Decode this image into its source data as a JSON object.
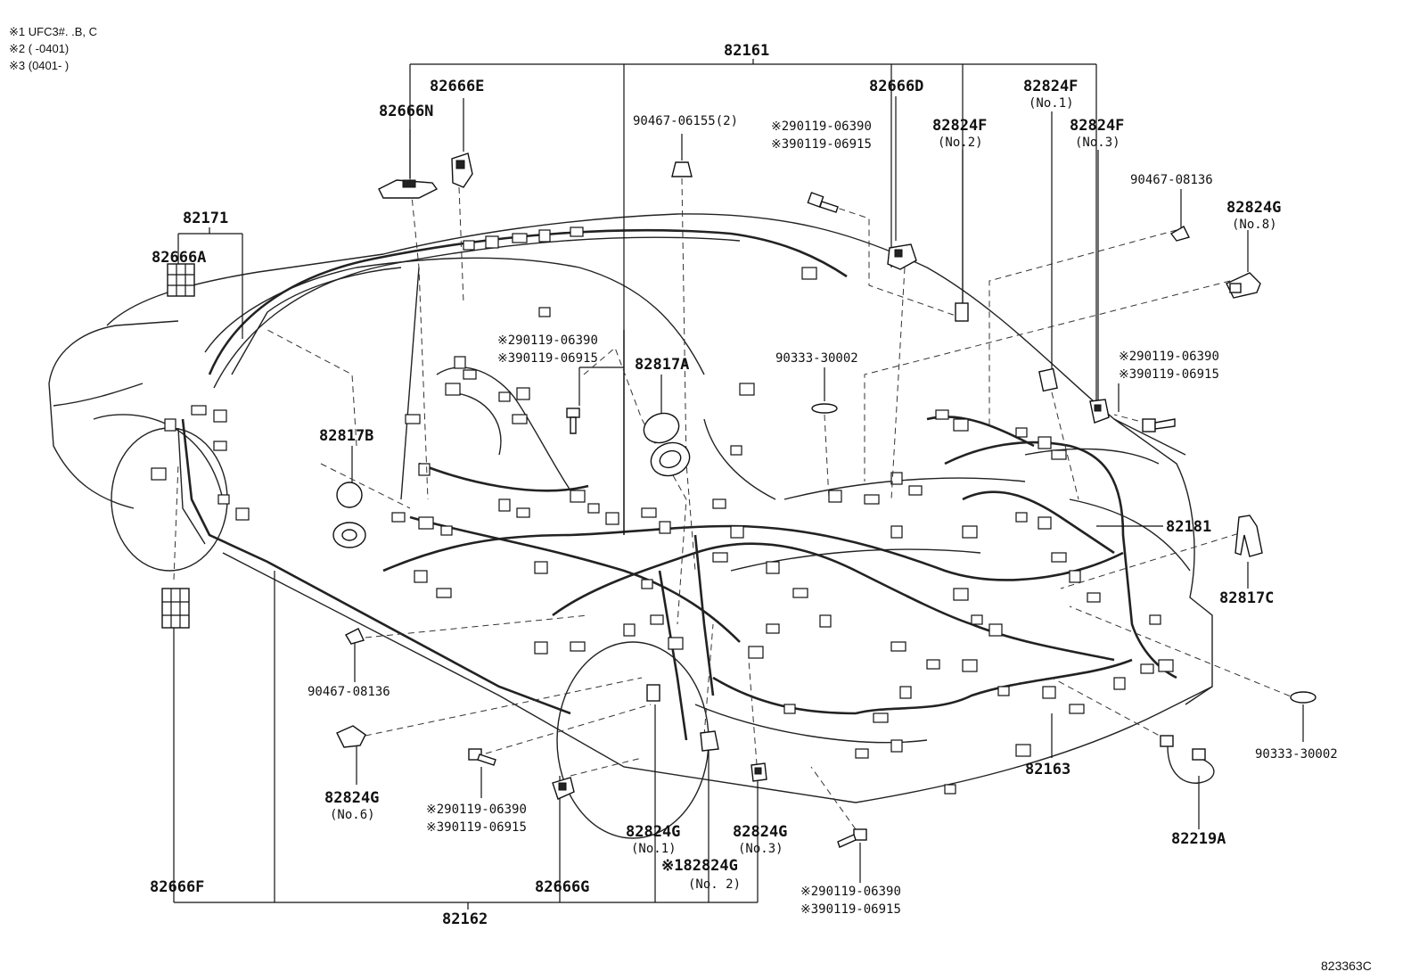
{
  "notes": [
    "※1 UFC3#. .B, C",
    "※2 (        -0401)",
    "※3 (0401-        )"
  ],
  "reference_code": "823363C",
  "labels": {
    "p82161": "82161",
    "p82162": "82162",
    "p82163": "82163",
    "p82171": "82171",
    "p82181": "82181",
    "p82666A": "82666A",
    "p82666D": "82666D",
    "p82666E": "82666E",
    "p82666F": "82666F",
    "p82666G": "82666G",
    "p82666N": "82666N",
    "p82817A": "82817A",
    "p82817B": "82817B",
    "p82817C": "82817C",
    "p82824F_1": "82824F",
    "p82824F_1_sub": "(No.1)",
    "p82824F_2": "82824F",
    "p82824F_2_sub": "(No.2)",
    "p82824F_3": "82824F",
    "p82824F_3_sub": "(No.3)",
    "p82824G_8": "82824G",
    "p82824G_8_sub": "(No.8)",
    "p82824G_6": "82824G",
    "p82824G_6_sub": "(No.6)",
    "p82824G_1": "82824G",
    "p82824G_1_sub": "(No.1)",
    "p82824G_3": "82824G",
    "p82824G_3_sub": "(No.3)",
    "p82824G_2": "※182824G",
    "p82824G_2_sub": "(No. 2)",
    "p82219A": "82219A",
    "bolt_top": "90467-06155(2)",
    "clip_right_top": "90467-08136",
    "clip_left": "90467-08136",
    "plug_center": "90333-30002",
    "plug_right": "90333-30002",
    "b1_a": "※290119-06390",
    "b1_b": "※390119-06915",
    "b2_a": "※290119-06390",
    "b2_b": "※390119-06915",
    "b3_a": "※290119-06390",
    "b3_b": "※390119-06915",
    "b4_a": "※290119-06390",
    "b4_b": "※390119-06915",
    "b5_a": "※290119-06390",
    "b5_b": "※390119-06915"
  }
}
